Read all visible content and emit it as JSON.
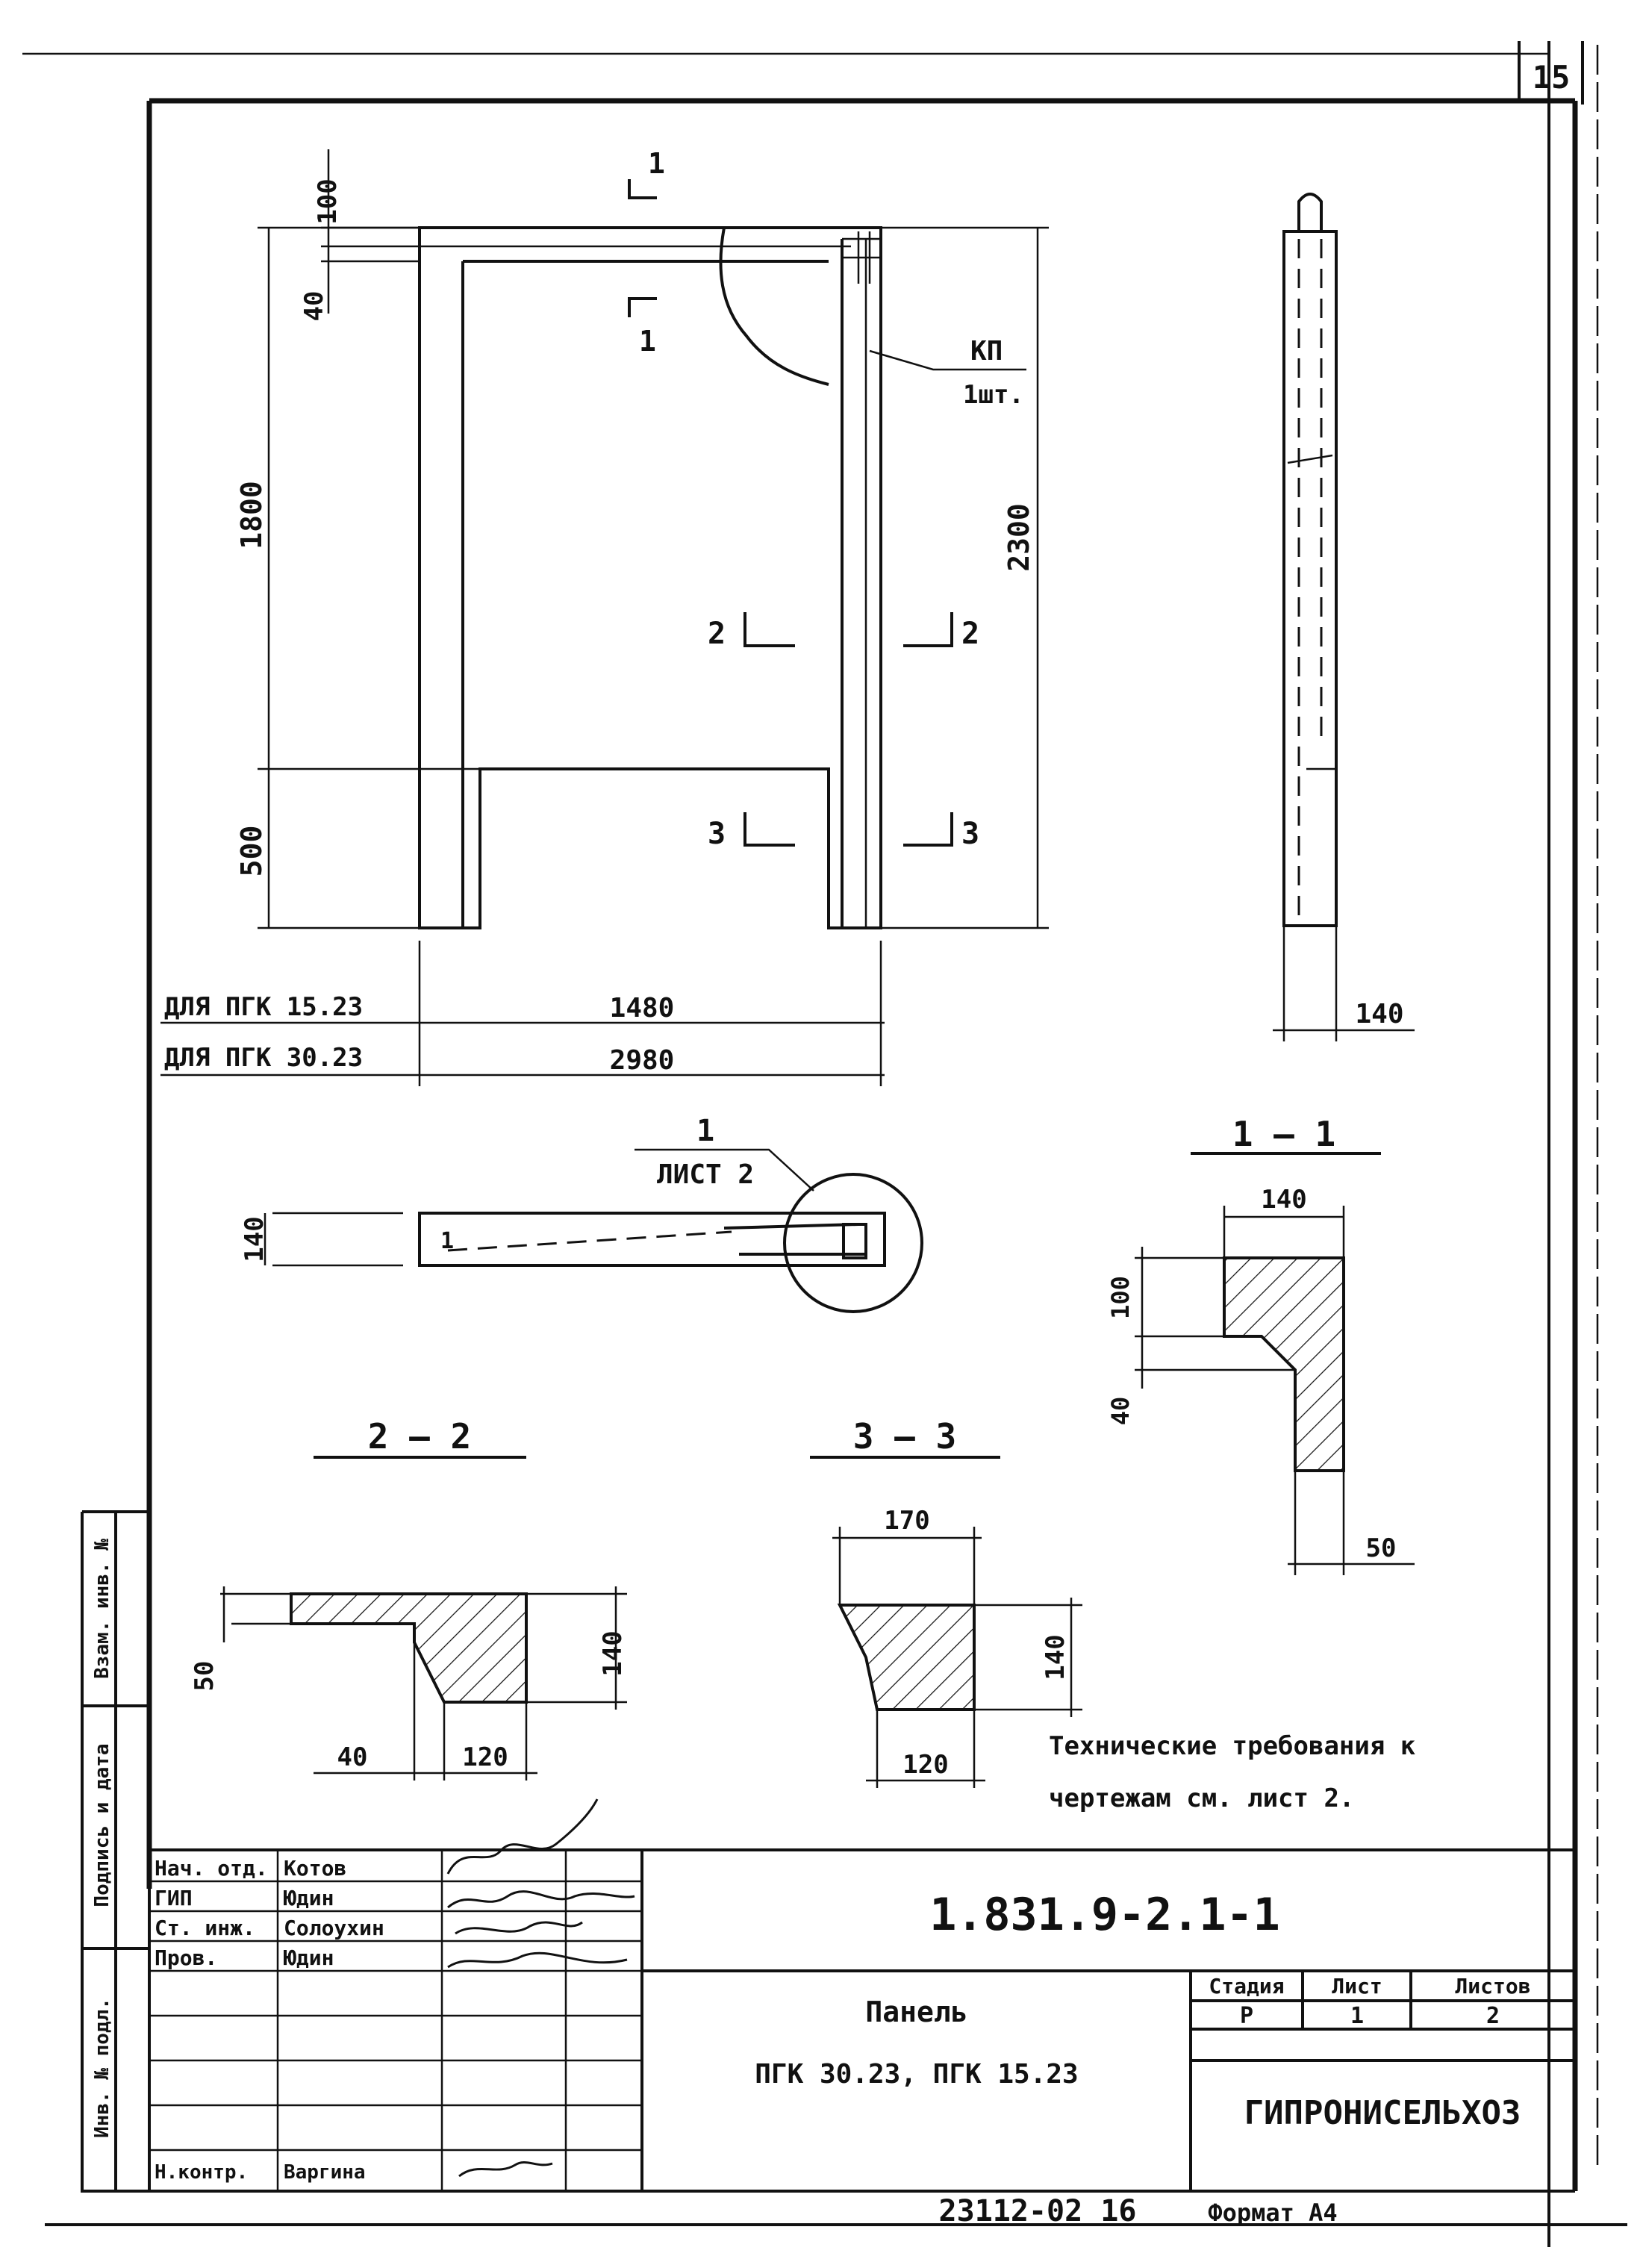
{
  "page": {
    "number": "15"
  },
  "section_marks": {
    "one": "1",
    "two": "2",
    "three": "3"
  },
  "front_view": {
    "dims": {
      "top_100": "100",
      "top_40": "40",
      "left_1800": "1800",
      "left_500": "500",
      "right_2300": "2300"
    },
    "callout": {
      "part": "КП",
      "qty": "1шт."
    },
    "width_rows": [
      {
        "label": "ДЛЯ ПГК 15.23",
        "value": "1480"
      },
      {
        "label": "ДЛЯ ПГК 30.23",
        "value": "2980"
      }
    ]
  },
  "side_view": {
    "dim": "140"
  },
  "plan_view": {
    "dim": "140",
    "ref_num": "1",
    "ref_sheet": "ЛИСТ 2",
    "inner_mark": "1"
  },
  "sections": {
    "s11": {
      "title": "1 — 1",
      "w140": "140",
      "h100": "100",
      "h40": "40",
      "w50": "50"
    },
    "s22": {
      "title": "2 — 2",
      "h50": "50",
      "h140": "140",
      "w40": "40",
      "w120": "120"
    },
    "s33": {
      "title": "3 — 3",
      "w170": "170",
      "h140": "140",
      "w120": "120"
    }
  },
  "notes": {
    "line1": "Технические требования к",
    "line2": "чертежам см. лист 2."
  },
  "left_strip": {
    "label1": "Взам. инв. №",
    "label2": "Подпись и дата",
    "label3": "Инв. № подл."
  },
  "title_block": {
    "signers": [
      {
        "role": "Нач. отд.",
        "name": "Котов"
      },
      {
        "role": "ГИП",
        "name": "Юдин"
      },
      {
        "role": "Ст. инж.",
        "name": "Солоухин"
      },
      {
        "role": "Пров.",
        "name": "Юдин"
      },
      {
        "role": "Н.контр.",
        "name": "Варгина"
      }
    ],
    "doc_code": "1.831.9-2.1-1",
    "product_name": "Панель",
    "product_codes": "ПГК 30.23,   ПГК 15.23",
    "headers": {
      "stage": "Стадия",
      "sheet": "Лист",
      "sheets": "Листов"
    },
    "values": {
      "stage": "Р",
      "sheet": "1",
      "sheets": "2"
    },
    "org": "ГИПРОНИСЕЛЬХОЗ"
  },
  "footer": {
    "ref": "23112-02 16",
    "format": "Формат А4"
  }
}
